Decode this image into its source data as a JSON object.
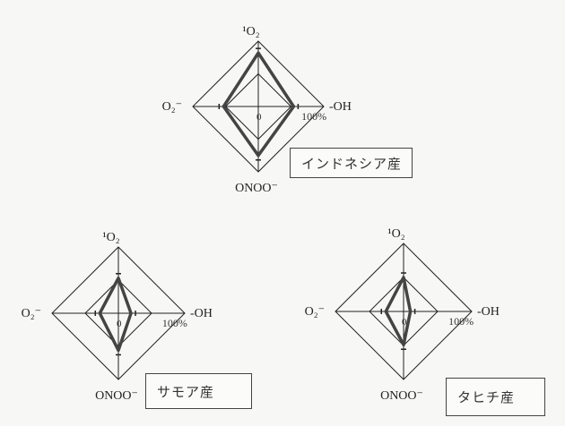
{
  "chart_data": [
    {
      "type": "radar",
      "title": "インドネシア産",
      "axes": [
        "¹O₂",
        "-OH",
        "ONOO⁻",
        "O₂⁻"
      ],
      "values": [
        82,
        54,
        75,
        53
      ],
      "range": [
        0,
        100
      ],
      "gridlines": [
        50,
        100
      ],
      "center_label": "0",
      "max_label": "100%"
    },
    {
      "type": "radar",
      "title": "サモア産",
      "axes": [
        "¹O₂",
        "-OH",
        "ONOO⁻",
        "O₂⁻"
      ],
      "values": [
        53,
        19,
        56,
        28
      ],
      "range": [
        0,
        100
      ],
      "gridlines": [
        50,
        100
      ],
      "center_label": "0",
      "max_label": "100%"
    },
    {
      "type": "radar",
      "title": "タヒチ産",
      "axes": [
        "¹O₂",
        "-OH",
        "ONOO⁻",
        "O₂⁻"
      ],
      "values": [
        50,
        10,
        49,
        26
      ],
      "range": [
        0,
        100
      ],
      "gridlines": [
        50,
        100
      ],
      "center_label": "0",
      "max_label": "100%"
    }
  ]
}
